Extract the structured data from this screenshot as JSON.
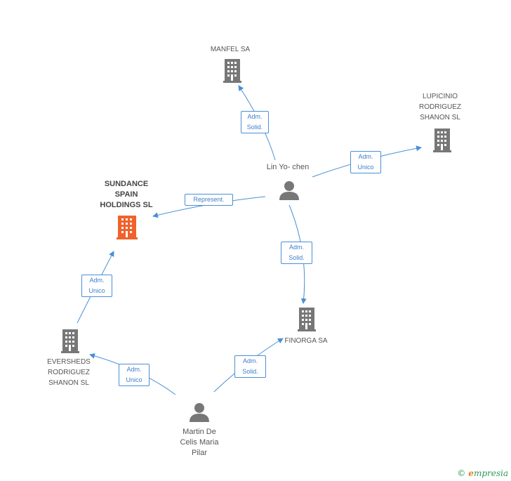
{
  "nodes": {
    "manfel": {
      "label": "MANFEL SA"
    },
    "lupicinio": {
      "label_lines": [
        "LUPICINIO",
        "RODRIGUEZ",
        "SHANON SL"
      ]
    },
    "sundance": {
      "label_lines": [
        "SUNDANCE",
        "SPAIN",
        "HOLDINGS SL"
      ]
    },
    "lin": {
      "label": "Lin Yo- chen"
    },
    "finorga": {
      "label": "FINORGA SA"
    },
    "eversheds": {
      "label_lines": [
        "EVERSHEDS",
        "RODRIGUEZ",
        "SHANON SL"
      ]
    },
    "martin": {
      "label_lines": [
        "Martin De",
        "Celis Maria",
        "Pilar"
      ]
    }
  },
  "edges": {
    "lin_manfel": {
      "line1": "Adm.",
      "line2": "Solid."
    },
    "lin_lupicinio": {
      "line1": "Adm.",
      "line2": "Unico"
    },
    "lin_sundance": {
      "line1": "Represent."
    },
    "lin_finorga": {
      "line1": "Adm.",
      "line2": "Solid."
    },
    "eversheds_sundance": {
      "line1": "Adm.",
      "line2": "Unico"
    },
    "martin_eversheds": {
      "line1": "Adm.",
      "line2": "Unico"
    },
    "martin_finorga": {
      "line1": "Adm.",
      "line2": "Solid."
    }
  },
  "footer": {
    "copyright": "©",
    "brand_first": "e",
    "brand_rest": "mpresia"
  },
  "colors": {
    "edge": "#4a8fd6",
    "building": "#777777",
    "building_main": "#f0622c",
    "person": "#777777"
  }
}
